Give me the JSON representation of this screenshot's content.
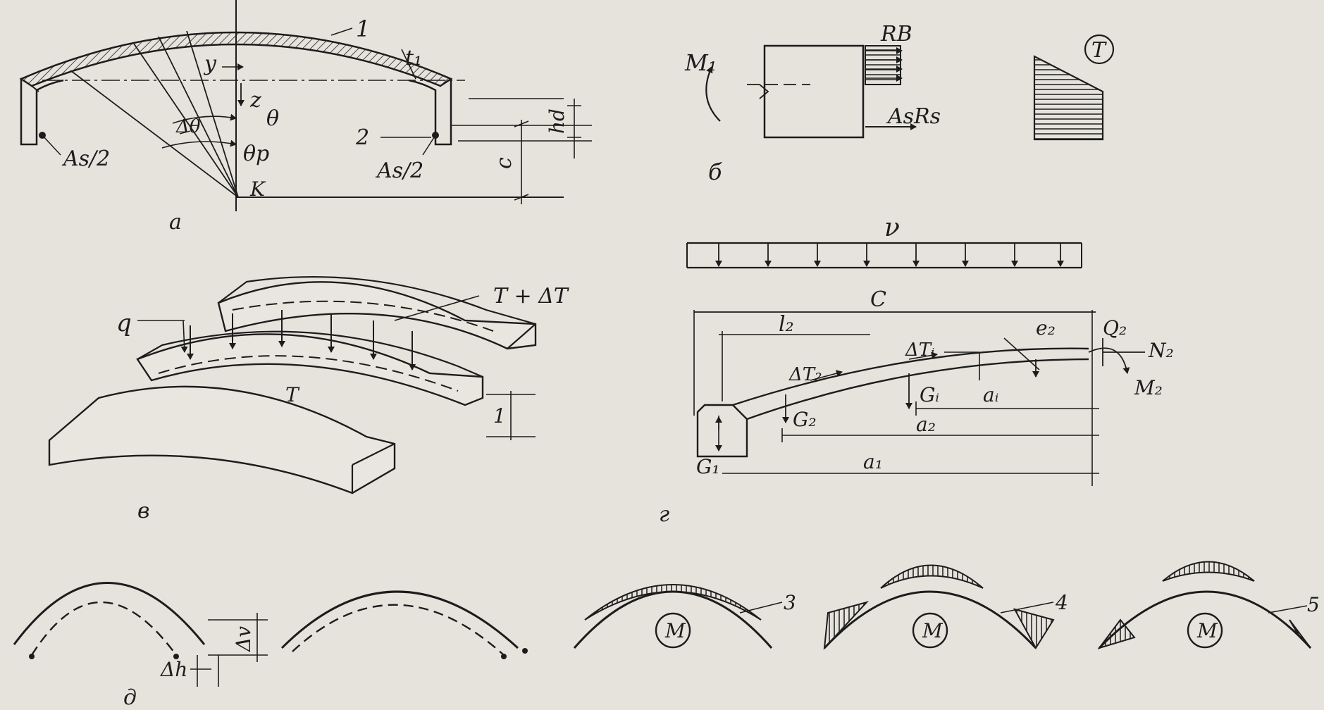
{
  "figure": {
    "panel_a": {
      "caption": "а",
      "labels": {
        "shell_no": "1",
        "thickness": "t₁",
        "y": "y",
        "z": "z",
        "theta": "θ",
        "delta_theta": "Δθ",
        "theta_p": "θp",
        "k": "K",
        "rib_no": "2",
        "as_left": "As/2",
        "as_right": "As/2",
        "rib_height": "hd",
        "c": "c"
      }
    },
    "panel_b": {
      "caption": "б",
      "labels": {
        "m1": "M₁",
        "rb": "RB",
        "asrs": "AsRs",
        "t_symbol": "T"
      }
    },
    "panel_v": {
      "caption": "в",
      "labels": {
        "q": "q",
        "t_plus_dt": "T + ΔT",
        "t": "T",
        "unit": "1"
      }
    },
    "panel_g": {
      "caption": "г",
      "labels": {
        "v": "ν",
        "c": "C",
        "l2": "l₂",
        "e2": "e₂",
        "q2": "Q₂",
        "n2": "N₂",
        "m2": "M₂",
        "dt2": "ΔT₂",
        "dti": "ΔTᵢ",
        "gi": "Gᵢ",
        "ai": "aᵢ",
        "g2": "G₂",
        "a2": "a₂",
        "g1": "G₁",
        "a1": "a₁"
      }
    },
    "panel_d": {
      "caption": "д",
      "labels": {
        "dv": "Δv",
        "dh": "Δh",
        "m": "M",
        "n3": "3",
        "n4": "4",
        "n5": "5"
      }
    }
  }
}
